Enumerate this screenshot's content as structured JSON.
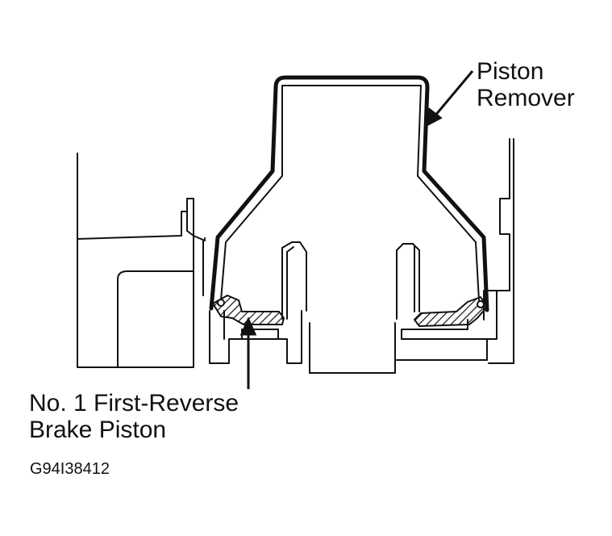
{
  "labels": {
    "piston_remover": [
      "Piston",
      "Remover"
    ],
    "brake_piston": [
      "No. 1 First-Reverse",
      "Brake Piston"
    ]
  },
  "figure_code": "G94I38412",
  "colors": {
    "line": "#111111",
    "background": "#ffffff"
  }
}
